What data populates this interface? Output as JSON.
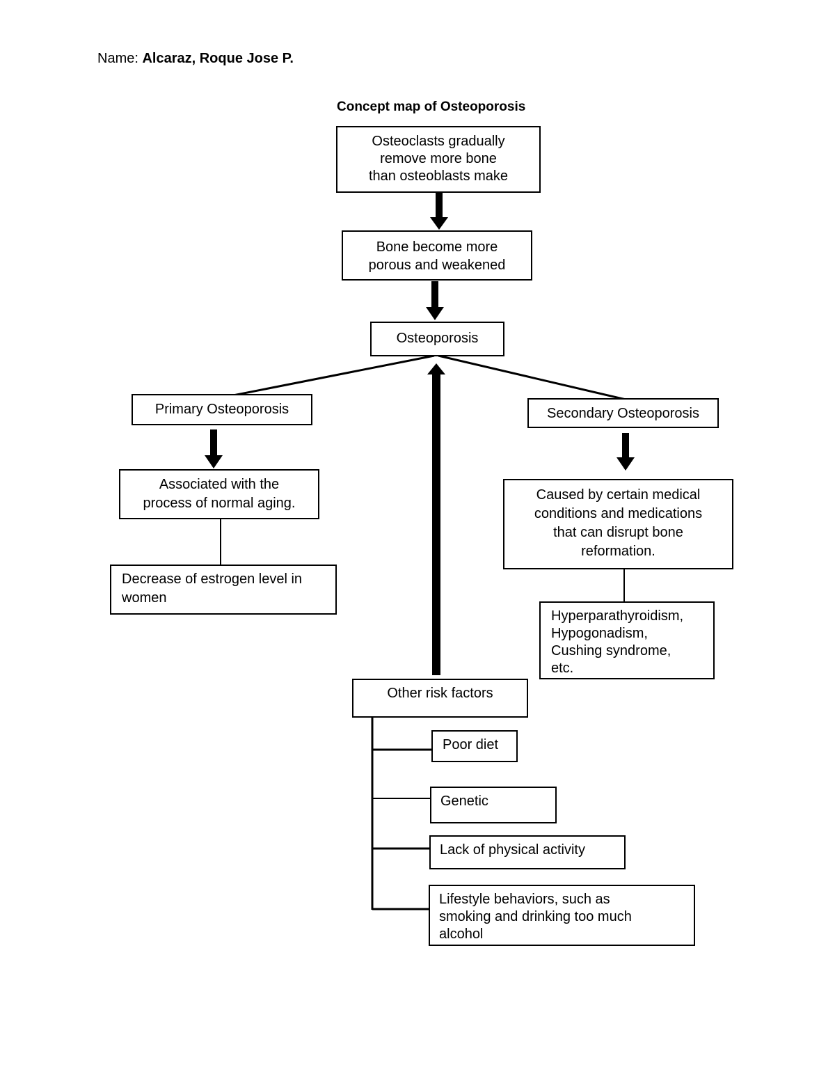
{
  "header": {
    "name_label": "Name:",
    "name_value": "Alcaraz, Roque Jose P."
  },
  "diagram": {
    "title": "Concept map of Osteoporosis",
    "nodes": {
      "osteoclasts": {
        "lines": [
          "Osteoclasts gradually",
          "remove more bone",
          "than osteoblasts make"
        ]
      },
      "porous": {
        "lines": [
          "Bone become more",
          "porous and weakened"
        ]
      },
      "osteoporosis": {
        "lines": [
          "Osteoporosis"
        ]
      },
      "primary": {
        "lines": [
          "Primary Osteoporosis"
        ]
      },
      "secondary": {
        "lines": [
          "Secondary Osteoporosis"
        ]
      },
      "aging": {
        "lines": [
          "Associated with the",
          "process of normal aging."
        ]
      },
      "estrogen": {
        "lines": [
          "Decrease of estrogen level in",
          "women"
        ]
      },
      "medical": {
        "lines": [
          "Caused by certain medical",
          "conditions and medications",
          "that can disrupt bone",
          "reformation."
        ]
      },
      "conditions": {
        "lines": [
          "Hyperparathyroidism,",
          "Hypogonadism,",
          "Cushing syndrome,",
          "etc."
        ]
      },
      "risk": {
        "lines": [
          "Other risk factors"
        ]
      },
      "diet": {
        "lines": [
          "Poor diet"
        ]
      },
      "genetic": {
        "lines": [
          "Genetic"
        ]
      },
      "activity": {
        "lines": [
          "Lack of physical activity"
        ]
      },
      "lifestyle": {
        "lines": [
          "Lifestyle behaviors, such as",
          "smoking and drinking too much",
          "alcohol"
        ]
      }
    }
  }
}
